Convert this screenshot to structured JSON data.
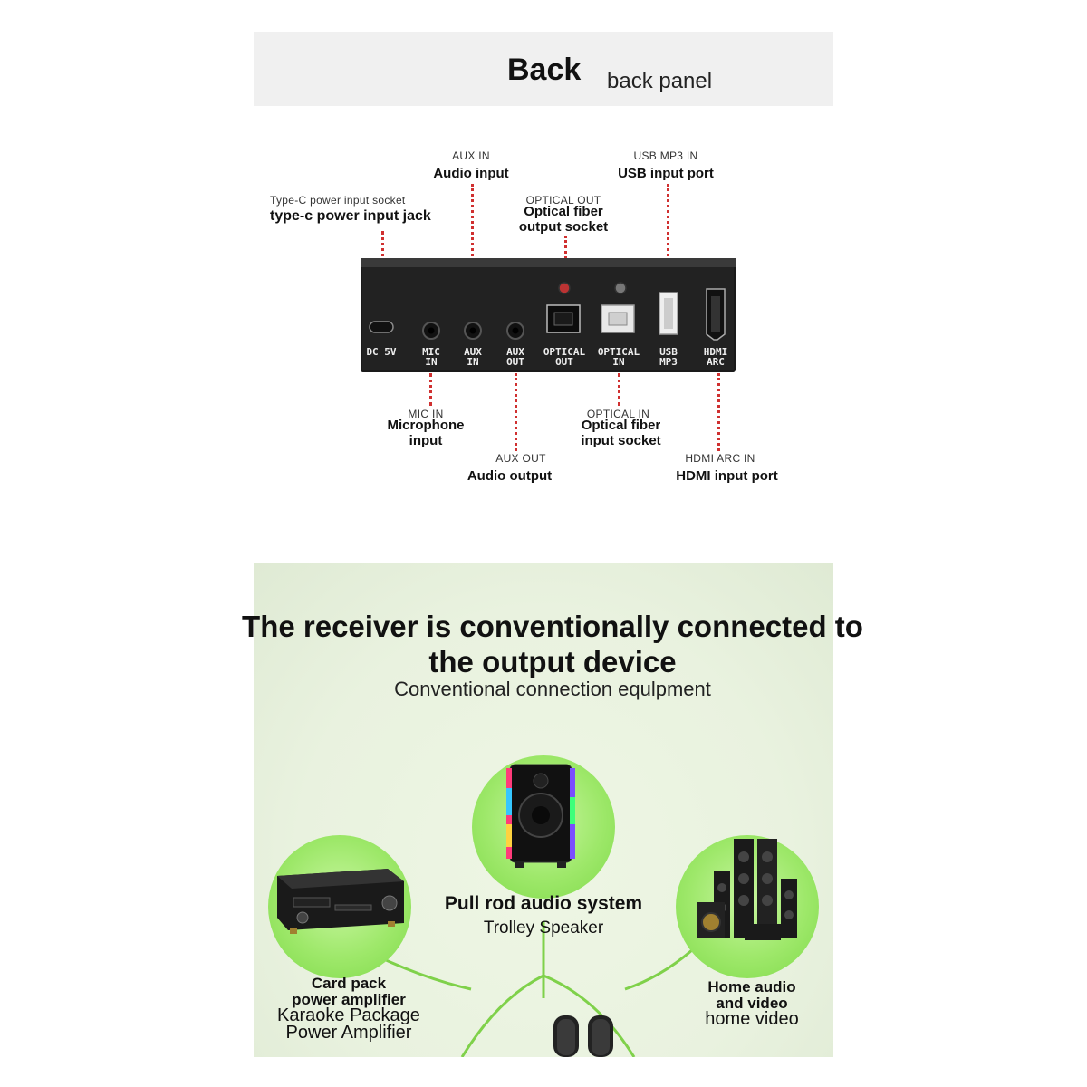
{
  "header": {
    "title_main": "Back",
    "title_sub": "back panel"
  },
  "device": {
    "ports": [
      {
        "id": "dc5v",
        "label": "DC 5V"
      },
      {
        "id": "mic-in",
        "label": "MIC\nIN"
      },
      {
        "id": "aux-in",
        "label": "AUX\nIN"
      },
      {
        "id": "aux-out",
        "label": "AUX\nOUT"
      },
      {
        "id": "optical-out",
        "label": "OPTICAL\nOUT"
      },
      {
        "id": "optical-in",
        "label": "OPTICAL\nIN"
      },
      {
        "id": "usb-mp3",
        "label": "USB\nMP3"
      },
      {
        "id": "hdmi-arc",
        "label": "HDMI\nARC"
      }
    ]
  },
  "callouts": {
    "type_c": {
      "small": "Type-C power input socket",
      "bold": "type-c power input jack"
    },
    "aux_in": {
      "small": "AUX IN",
      "bold": "Audio input"
    },
    "optical_out": {
      "small": "OPTICAL OUT",
      "bold1": "Optical fiber",
      "bold2": "output socket"
    },
    "usb_mp3_in": {
      "small": "USB MP3 IN",
      "bold": "USB input port"
    },
    "mic_in": {
      "small": "MIC IN",
      "bold1": "Microphone",
      "bold2": "input"
    },
    "optical_in": {
      "small": "OPTICAL IN",
      "bold1": "Optical fiber",
      "bold2": "input socket"
    },
    "aux_out": {
      "small": "AUX OUT",
      "bold": "Audio output"
    },
    "hdmi_arc_in": {
      "small": "HDMI ARC IN",
      "bold": "HDMI input port"
    }
  },
  "lower": {
    "heading_line1": "The receiver is conventionally connected to",
    "heading_line2": "the output device",
    "subheading": "Conventional connection equlpment",
    "devices": {
      "center": {
        "title": "Pull rod audio system",
        "subtitle": "Trolley Speaker"
      },
      "left": {
        "line1": "Card pack",
        "line2": "power amplifier",
        "line3": "Karaoke Package",
        "line4": "Power Amplifier"
      },
      "right": {
        "line1": "Home audio",
        "line2": "and video",
        "line3": "home video"
      }
    }
  },
  "colors": {
    "accent_green": "#8fe05a",
    "leader_red": "#d03030",
    "device_black": "#222222"
  }
}
